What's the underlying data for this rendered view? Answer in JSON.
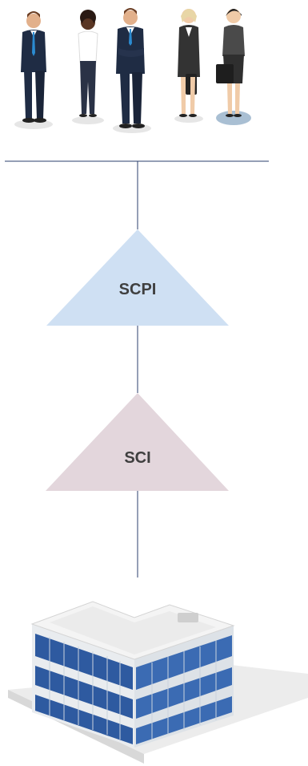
{
  "diagram": {
    "top_node": {
      "label": "SCPI",
      "fill": "#cfe0f3"
    },
    "bottom_node": {
      "label": "SCI",
      "fill": "#e3d6dc"
    },
    "line_color": "#2b3f6e",
    "people_icon": "business-people-group",
    "building_icon": "office-building"
  }
}
